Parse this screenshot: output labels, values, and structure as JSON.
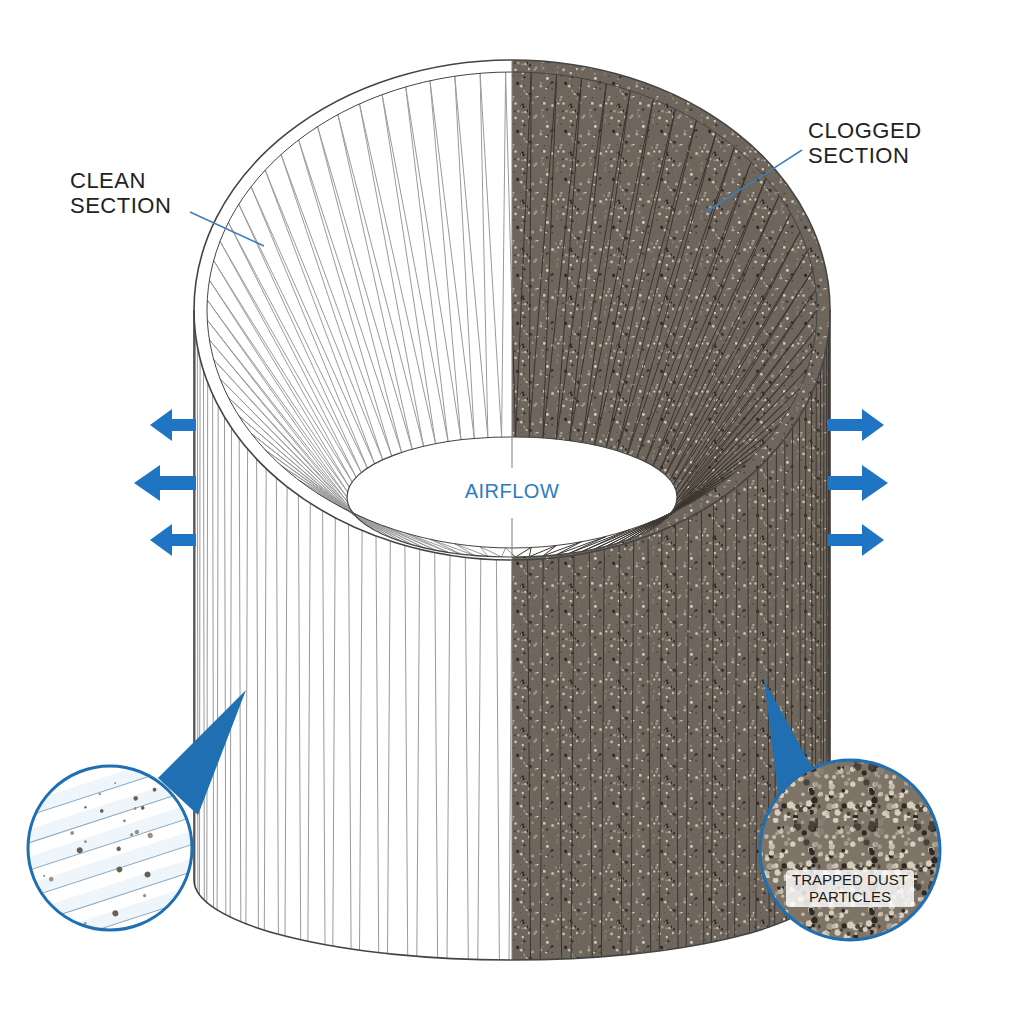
{
  "diagram": {
    "nodes": [
      {
        "text": [
          "TRAPPED DUST PARTICLES"
        ]
      }
    ],
    "labels": [
      "CLEAN SECTION",
      "CLOGGED SECTION",
      "AIRFLOW"
    ]
  }
}
